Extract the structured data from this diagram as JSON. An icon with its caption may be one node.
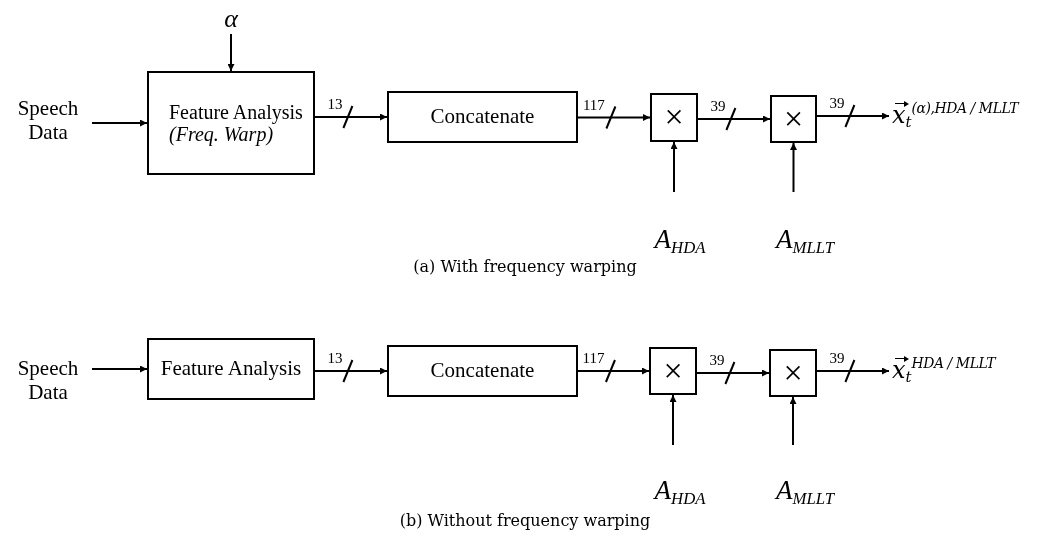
{
  "diagram": {
    "nodes": [
      {
        "text": [
          "Speech Data"
        ]
      },
      {
        "text": [
          "α"
        ]
      },
      {
        "text": [
          "Feature Analysis",
          "(Freq. Warp)"
        ]
      },
      {
        "text": [
          "Concatenate"
        ]
      },
      {
        "text": [
          "×"
        ]
      },
      {
        "text": [
          "×"
        ]
      },
      {
        "text": [
          "A$_{HDA}$"
        ]
      },
      {
        "text": [
          "A$_{MLLT}$"
        ]
      },
      {
        "text": [
          "x$_{t}$$^{(α),HDA / MLLT}$"
        ]
      },
      {
        "text": [
          "Speech Data"
        ]
      },
      {
        "text": [
          "Feature Analysis"
        ]
      },
      {
        "text": [
          "Concatenate"
        ]
      },
      {
        "text": [
          "×"
        ]
      },
      {
        "text": [
          "×"
        ]
      },
      {
        "text": [
          "A$_{HDA}$"
        ]
      },
      {
        "text": [
          "A$_{MLLT}$"
        ]
      },
      {
        "text": [
          "x$_{t}$$^{HDA / MLLT}$"
        ]
      }
    ],
    "edges": [
      {
        "from": 0,
        "to": 2,
        "arrow": "to"
      },
      {
        "from": 1,
        "to": 2,
        "arrow": "to"
      },
      {
        "from": 2,
        "to": 3,
        "arrow": "to",
        "label": "13"
      },
      {
        "from": 3,
        "to": 4,
        "arrow": "to",
        "label": "117"
      },
      {
        "from": 4,
        "to": 5,
        "arrow": "to",
        "label": "39"
      },
      {
        "from": 5,
        "to": 8,
        "arrow": "to",
        "label": "39"
      },
      {
        "from": 6,
        "to": 4,
        "arrow": "to"
      },
      {
        "from": 7,
        "to": 5,
        "arrow": "to"
      },
      {
        "from": 9,
        "to": 10,
        "arrow": "to"
      },
      {
        "from": 10,
        "to": 11,
        "arrow": "to",
        "label": "13"
      },
      {
        "from": 11,
        "to": 12,
        "arrow": "to",
        "label": "117"
      },
      {
        "from": 12,
        "to": 13,
        "arrow": "to",
        "label": "39"
      },
      {
        "from": 13,
        "to": 16,
        "arrow": "to",
        "label": "39"
      },
      {
        "from": 14,
        "to": 12,
        "arrow": "to"
      },
      {
        "from": 15,
        "to": 13,
        "arrow": "to"
      }
    ],
    "labels": [
      "(a) With frequency warping",
      "(b) Without frequency warping"
    ]
  }
}
